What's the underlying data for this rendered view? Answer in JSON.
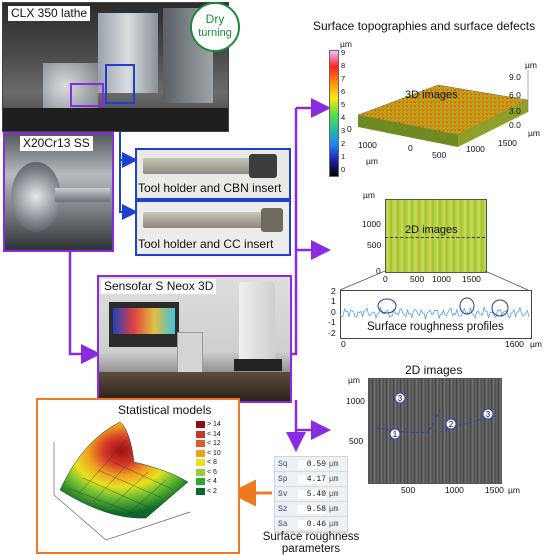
{
  "lathe": {
    "label": "CLX 350 lathe"
  },
  "dry": {
    "line1": "Dry",
    "line2": "turning"
  },
  "workpiece": {
    "label": "X20Cr13 SS"
  },
  "cbn": {
    "label": "Tool holder and CBN insert"
  },
  "cc": {
    "label": "Tool holder and CC insert"
  },
  "sensofar": {
    "label": "Sensofar S Neox 3D"
  },
  "stat": {
    "label": "Statistical models",
    "legend": [
      "> 14",
      "< 14",
      "< 12",
      "< 10",
      "< 8",
      "< 6",
      "< 4",
      "< 2"
    ],
    "legend_colors": [
      "#8b0f0f",
      "#c0392b",
      "#e05a2a",
      "#f0a020",
      "#e8e020",
      "#90d030",
      "#30a830",
      "#0a6a2a"
    ]
  },
  "topo": {
    "title": "Surface topographies and surface defects",
    "unit": "µm",
    "colorbar_ticks": [
      "9",
      "8",
      "7",
      "6",
      "5",
      "4",
      "3",
      "2",
      "1",
      "0"
    ],
    "z_ticks": [
      "9.0",
      "6.0",
      "3.0",
      "0.0"
    ],
    "z_unit": "µm",
    "x_ticks": [
      "0",
      "500",
      "1000",
      "1500"
    ],
    "y_ticks": [
      "0",
      "1000"
    ],
    "axis_unit": "µm",
    "label": "3D images"
  },
  "img2d": {
    "unit": "µm",
    "y_ticks": [
      "1000",
      "500",
      "0"
    ],
    "x_ticks": [
      "0",
      "500",
      "1000",
      "1500"
    ],
    "label": "2D images"
  },
  "profile": {
    "y_ticks": [
      "2",
      "1",
      "0",
      "-1",
      "-2"
    ],
    "x_start": "0",
    "x_end": "1600",
    "x_unit": "µm",
    "label": "Surface roughness profiles"
  },
  "sem": {
    "title": "2D images",
    "unit": "µm",
    "y_ticks": [
      "1000",
      "500"
    ],
    "x_ticks": [
      "500",
      "1000",
      "1500"
    ],
    "x_unit": "µm",
    "markers": [
      "3",
      "1",
      "2",
      "3"
    ]
  },
  "params": {
    "rows": [
      {
        "name": "Sq",
        "value": "0.59",
        "unit": "µm"
      },
      {
        "name": "Sp",
        "value": "4.17",
        "unit": "µm"
      },
      {
        "name": "Sv",
        "value": "5.40",
        "unit": "µm"
      },
      {
        "name": "Sz",
        "value": "9.58",
        "unit": "µm"
      },
      {
        "name": "Sa",
        "value": "0.46",
        "unit": "µm"
      }
    ],
    "caption_line1": "Surface roughness",
    "caption_line2": "parameters"
  },
  "colors": {
    "purple": "#8a2be2",
    "blue": "#1f3fd0",
    "orange": "#f07820"
  }
}
